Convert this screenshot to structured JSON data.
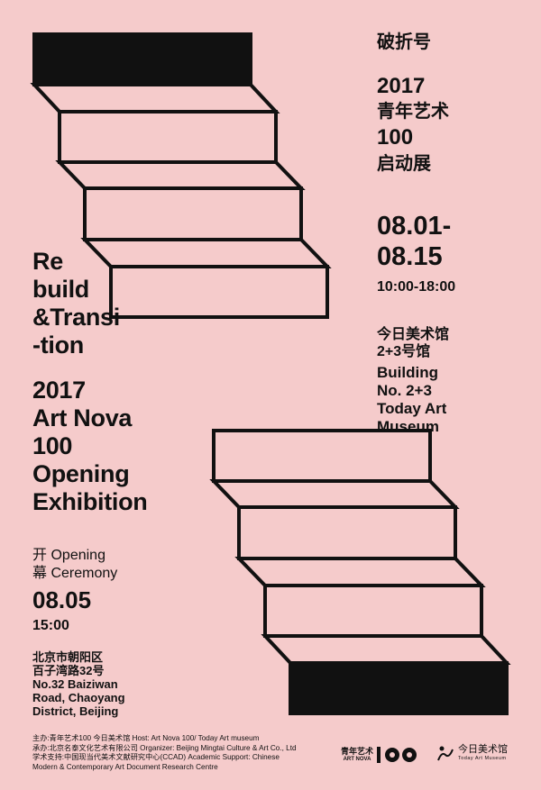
{
  "title_cn": "破折号",
  "cn_title": [
    "2017",
    "青年艺术",
    "100",
    "启动展"
  ],
  "dates": [
    "08.01-",
    "08.15"
  ],
  "hours": "10:00-18:00",
  "venue_cn": [
    "今日美术馆",
    "2+3号馆"
  ],
  "venue_en": [
    "Building",
    "No. 2+3",
    "Today Art",
    "Museum"
  ],
  "title_en": [
    "Re",
    "build",
    "&Transi",
    "-tion"
  ],
  "subtitle_en": [
    "2017",
    "Art Nova",
    "100",
    "Opening",
    "Exhibition"
  ],
  "opening": {
    "cn": [
      "开",
      "幕"
    ],
    "en": [
      "Opening",
      "Ceremony"
    ],
    "date": "08.05",
    "time": "15:00"
  },
  "address": [
    "北京市朝阳区",
    "百子湾路32号",
    "No.32 Baiziwan",
    "Road, Chaoyang",
    "District, Beijing"
  ],
  "credits": [
    "主办:青年艺术100 今日美术馆 Host: Art Nova 100/ Today Art museum",
    "承办:北京名泰文化艺术有限公司 Organizer: Beijing Mingtai Culture & Art Co., Ltd",
    "学术支持:中国现当代美术文献研究中心(CCAD) Academic Support: Chinese",
    "Modern & Contemporary Art Document Research Centre"
  ],
  "logo_nova": {
    "cn": "青年艺术",
    "en": "ART NOVA",
    "num": "100"
  },
  "logo_today": {
    "cn": "今日美术馆",
    "en": "Today Art Museum"
  },
  "colors": {
    "background": "#f5cbcb",
    "ink": "#111111"
  }
}
